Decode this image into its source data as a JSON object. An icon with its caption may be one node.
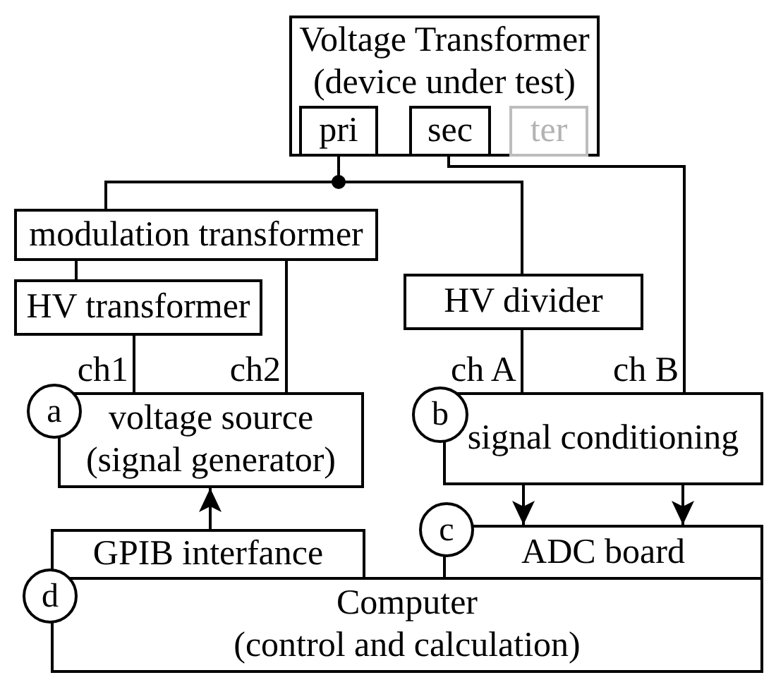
{
  "diagram": {
    "nodes": [
      {
        "text": [
          "Voltage Transformer",
          "(device under test)"
        ]
      },
      {
        "text": [
          "pri"
        ],
        "in": 0
      },
      {
        "text": [
          "sec"
        ],
        "in": 0
      },
      {
        "text": [
          "ter"
        ],
        "in": 0
      },
      {
        "text": [
          "modulation transformer"
        ]
      },
      {
        "text": [
          "HV transformer"
        ]
      },
      {
        "text": [
          "HV divider"
        ]
      },
      {
        "text": [
          "a"
        ]
      },
      {
        "text": [
          "voltage source",
          "(signal generator)"
        ]
      },
      {
        "text": [
          "b"
        ]
      },
      {
        "text": [
          "signal conditioning"
        ]
      },
      {
        "text": [
          "c"
        ]
      },
      {
        "text": [
          "GPIB interfance"
        ]
      },
      {
        "text": [
          "ADC board"
        ]
      },
      {
        "text": [
          "d"
        ]
      },
      {
        "text": [
          "Computer",
          "(control and calculation)"
        ]
      }
    ],
    "edges": [
      {
        "from": 1,
        "to": 4,
        "arrow": "none"
      },
      {
        "from": 1,
        "to": 6,
        "arrow": "none"
      },
      {
        "from": 2,
        "to": 10,
        "arrow": "none",
        "label": "ch B"
      },
      {
        "from": 4,
        "to": 5,
        "arrow": "none"
      },
      {
        "from": 4,
        "to": 8,
        "arrow": "none",
        "label": "ch2"
      },
      {
        "from": 5,
        "to": 8,
        "arrow": "none",
        "label": "ch1"
      },
      {
        "from": 6,
        "to": 10,
        "arrow": "none",
        "label": "ch A"
      },
      {
        "from": 10,
        "to": 13,
        "arrow": "to"
      },
      {
        "from": 10,
        "to": 13,
        "arrow": "to"
      },
      {
        "from": 12,
        "to": 8,
        "arrow": "to"
      }
    ]
  }
}
